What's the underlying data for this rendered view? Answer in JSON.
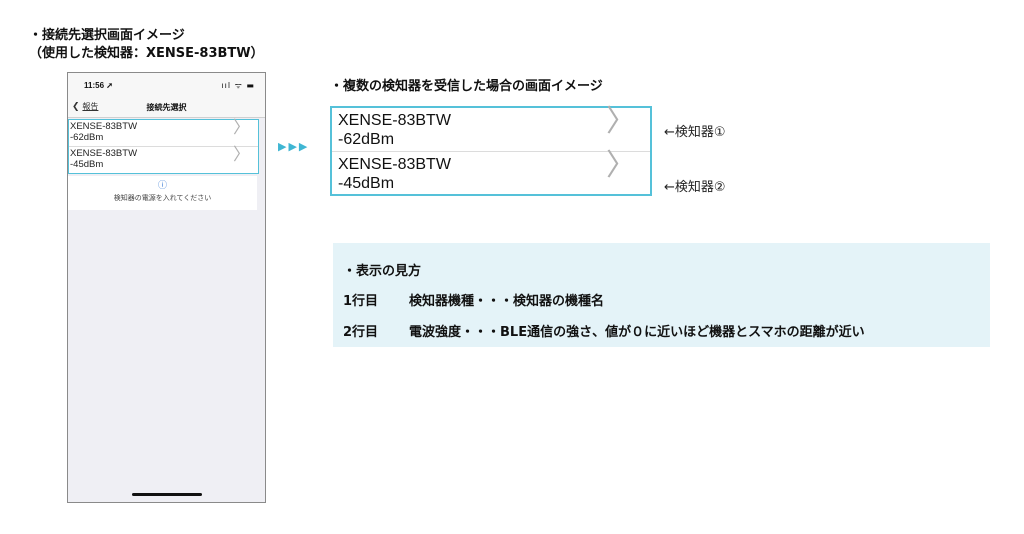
{
  "headings": {
    "left_title": "・接続先選択画面イメージ",
    "left_subtitle": "（使用した検知器：XENSE-83BTW）",
    "right_title": "・複数の検知器を受信した場合の画面イメージ"
  },
  "phone": {
    "status_time": "11:56 ➚",
    "status_icons": "ııl ᯤ ▬",
    "back_label": "報告",
    "nav_title": "接続先選択",
    "devices": [
      {
        "line1": "XENSE-83BTW",
        "line2": "-62dBm"
      },
      {
        "line1": "XENSE-83BTW",
        "line2": "-45dBm"
      }
    ],
    "info_icon": "ⓘ",
    "info_message": "検知器の電源を入れてください"
  },
  "arrows": "▶▶▶",
  "zoomed": {
    "devices": [
      {
        "line1": "XENSE-83BTW",
        "line2": "-62dBm",
        "tag": "←検知器①"
      },
      {
        "line1": "XENSE-83BTW",
        "line2": "-45dBm",
        "tag": "←検知器②"
      }
    ]
  },
  "explanation": {
    "title": "・表示の見方",
    "row1_label": "1行目",
    "row1_text": "検知器機種・・・検知器の機種名",
    "row2_label": "2行目",
    "row2_text": "電波強度・・・BLE通信の強さ、値が０に近いほど機器とスマホの距離が近い"
  },
  "colors": {
    "accent": "#55c1d9",
    "explain_bg": "#e4f3f8"
  }
}
